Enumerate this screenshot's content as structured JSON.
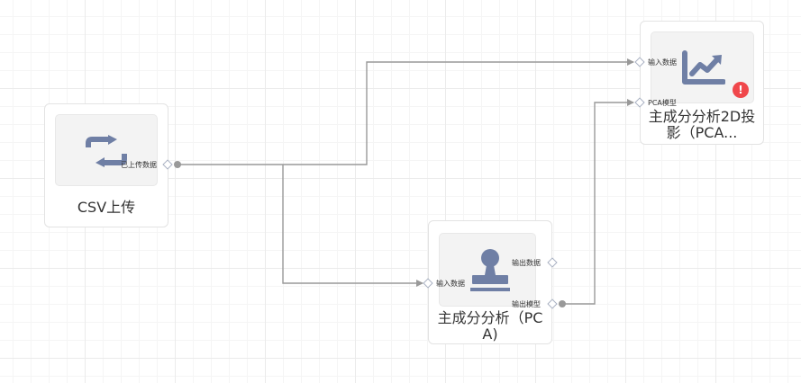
{
  "nodes": {
    "csv_upload": {
      "title": "CSV上传",
      "icon": "sync-arrows-icon",
      "output_port": "已上传数据"
    },
    "pca": {
      "title": "主成分分析（PCA)",
      "icon": "stamp-icon",
      "input_port": "输入数据",
      "output_port_data": "输出数据",
      "output_port_model": "输出模型"
    },
    "pca_projection": {
      "title": "主成分分析2D投影（PCA...",
      "icon": "line-chart-icon",
      "input_port_data": "输入数据",
      "input_port_model": "PCA模型",
      "status": "!"
    }
  },
  "colors": {
    "icon": "#6f7fa5",
    "edge": "#999999",
    "warning": "#f0474b",
    "port_border": "#a9b1c2"
  }
}
